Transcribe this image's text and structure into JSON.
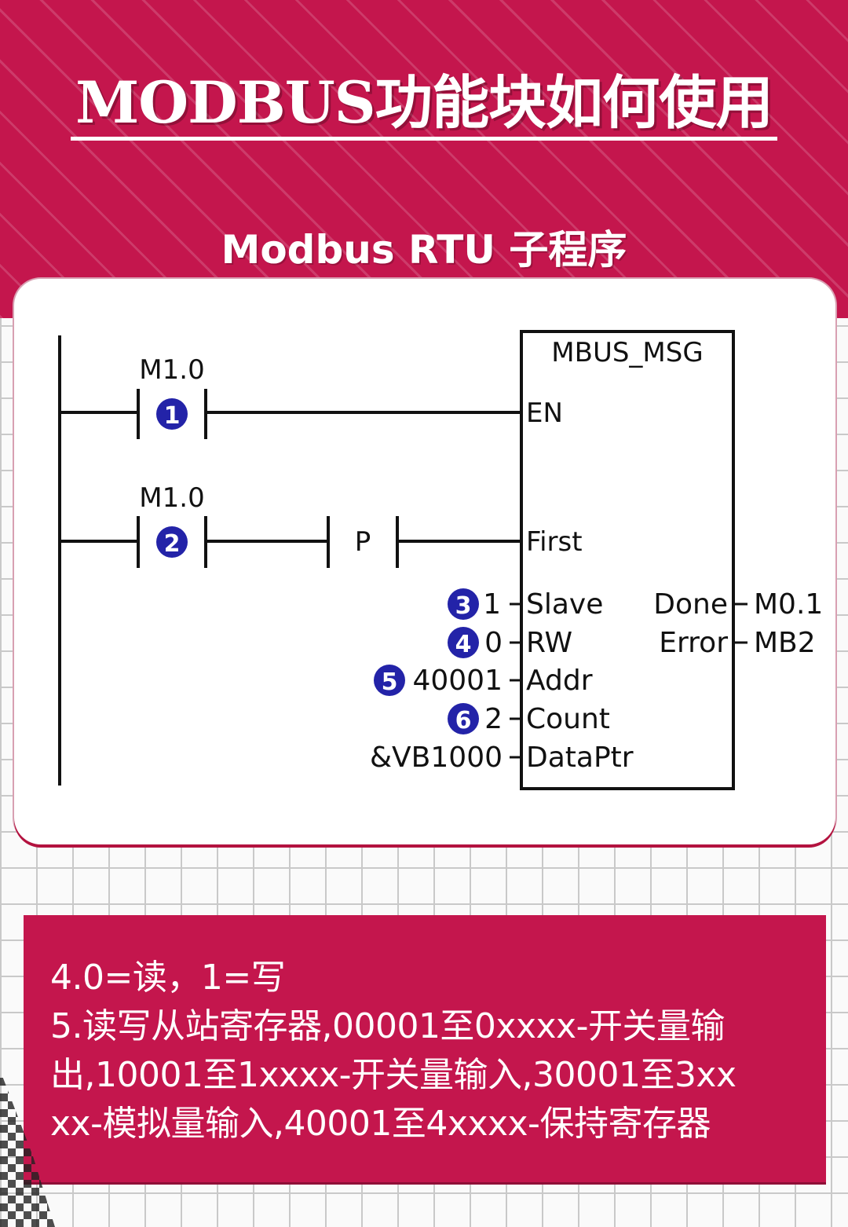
{
  "title": "MODBUS功能块如何使用",
  "subtitle": "Modbus RTU 子程序",
  "colors": {
    "brand": "#c4164d",
    "badge": "#2323a8",
    "ink": "#111111"
  },
  "diagram": {
    "block_name": "MBUS_MSG",
    "rung1": {
      "contact_label": "M1.0",
      "badge": "1",
      "pin": "EN"
    },
    "rung2": {
      "contact_label": "M1.0",
      "badge": "2",
      "edge_label": "P",
      "pin": "First"
    },
    "inputs": [
      {
        "badge": "3",
        "value": "1",
        "pin": "Slave"
      },
      {
        "badge": "4",
        "value": "0",
        "pin": "RW"
      },
      {
        "badge": "5",
        "value": "40001",
        "pin": "Addr"
      },
      {
        "badge": "6",
        "value": "2",
        "pin": "Count"
      },
      {
        "badge": "",
        "value": "&VB1000",
        "pin": "DataPtr"
      }
    ],
    "outputs": [
      {
        "pin": "Done",
        "value": "M0.1"
      },
      {
        "pin": "Error",
        "value": "MB2"
      }
    ]
  },
  "notes": [
    "4.0=读，1=写",
    "5.读写从站寄存器,00001至0xxxx-开关量输",
    "出,10001至1xxxx-开关量输入,30001至3xx",
    "xx-模拟量输入,40001至4xxxx-保持寄存器"
  ]
}
